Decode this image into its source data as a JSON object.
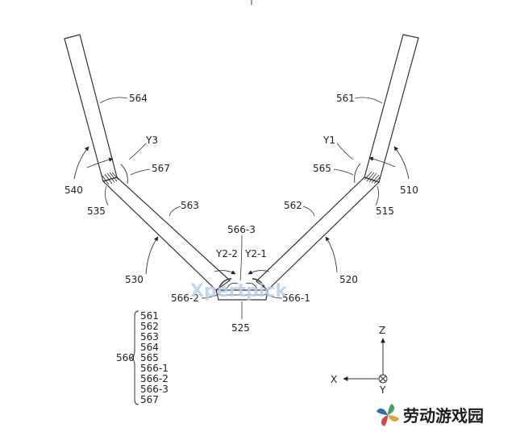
{
  "diagram": {
    "labels": {
      "l564": "564",
      "l561": "561",
      "lY3": "Y3",
      "lY1": "Y1",
      "l567": "567",
      "l565": "565",
      "l540": "540",
      "l510": "510",
      "l535": "535",
      "l515": "515",
      "l563": "563",
      "l562": "562",
      "l566_3": "566-3",
      "lY2_2": "Y2-2",
      "lY2_1": "Y2-1",
      "l530": "530",
      "l520": "520",
      "l566_2": "566-2",
      "l566_1": "566-1",
      "l525": "525"
    },
    "legend": {
      "group": "560",
      "items": [
        "561",
        "562",
        "563",
        "564",
        "565",
        "566-1",
        "566-2",
        "566-3",
        "567"
      ]
    },
    "axes": {
      "z": "Z",
      "x": "X",
      "y": "Y"
    }
  },
  "watermark": {
    "text": "Xpertpick",
    "logo_text": "劳动游戏园"
  }
}
